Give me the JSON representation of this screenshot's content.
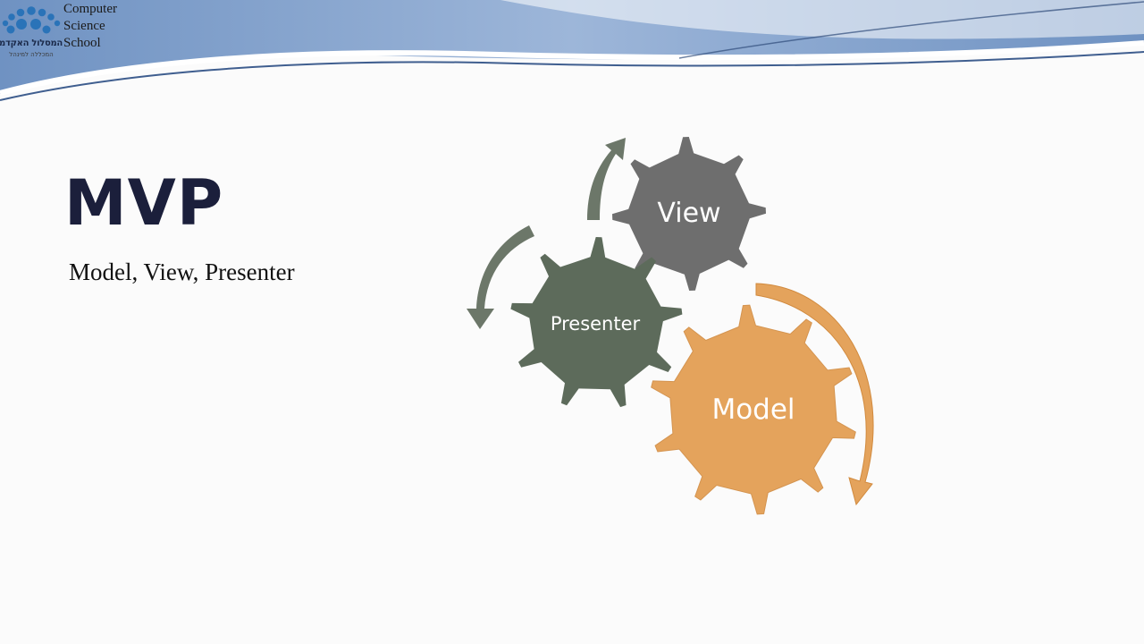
{
  "logo": {
    "school_name_lines": [
      "Computer",
      "Science",
      "School"
    ],
    "hebrew_name": "המסלול האקדמי",
    "hebrew_sub": "המכללה למינהל"
  },
  "slide": {
    "title": "MVP",
    "subtitle": "Model, View, Presenter"
  },
  "diagram": {
    "gears": [
      {
        "id": "view",
        "label": "View",
        "color": "#6e6e6e"
      },
      {
        "id": "presenter",
        "label": "Presenter",
        "color": "#5d6b5b"
      },
      {
        "id": "model",
        "label": "Model",
        "color": "#e4a35c"
      }
    ],
    "arrow_colors": {
      "presenter_to_view": "#6c7769",
      "presenter_loop": "#6c7769",
      "model_loop": "#e4a35c"
    }
  },
  "theme": {
    "banner_dark": "#7f9fc9",
    "banner_light": "#c7d7ec",
    "logo_dots": "#2a73b8"
  }
}
